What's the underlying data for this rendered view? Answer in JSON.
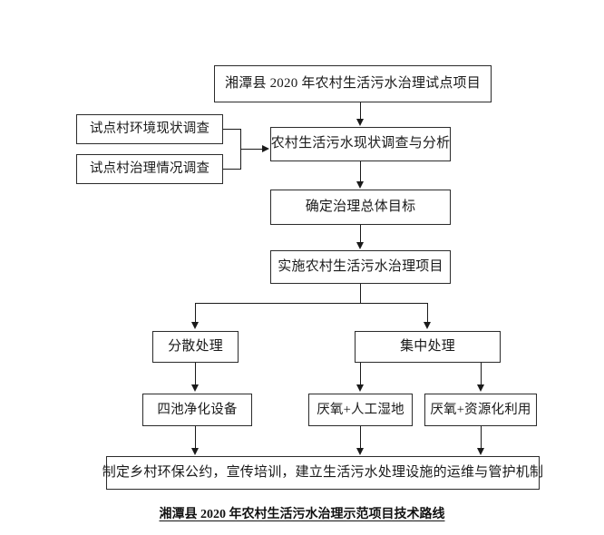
{
  "diagram": {
    "title_box": {
      "label": "湘潭县 2020 年农村生活污水治理试点项目"
    },
    "survey_boxes": [
      {
        "label": "试点村环境现状调查"
      },
      {
        "label": "试点村治理情况调查"
      }
    ],
    "analysis_box": {
      "label": "农村生活污水现状调查与分析"
    },
    "goal_box": {
      "label": "确定治理总体目标"
    },
    "implement_box": {
      "label": "实施农村生活污水治理项目"
    },
    "branches": [
      {
        "label": "分散处理"
      },
      {
        "label": "集中处理"
      }
    ],
    "methods": [
      {
        "label": "四池净化设备"
      },
      {
        "label": "厌氧+人工湿地"
      },
      {
        "label": "厌氧+资源化利用"
      }
    ],
    "outcome_box": {
      "label": "制定乡村环保公约，宣传培训，建立生活污水处理设施的运维与管护机制"
    },
    "caption": "湘潭县 2020 年农村生活污水治理示范项目技术路线",
    "colors": {
      "line": "#1a1a1a",
      "border": "#2b2b2b",
      "text": "#1a1a1a",
      "background": "#ffffff"
    }
  }
}
